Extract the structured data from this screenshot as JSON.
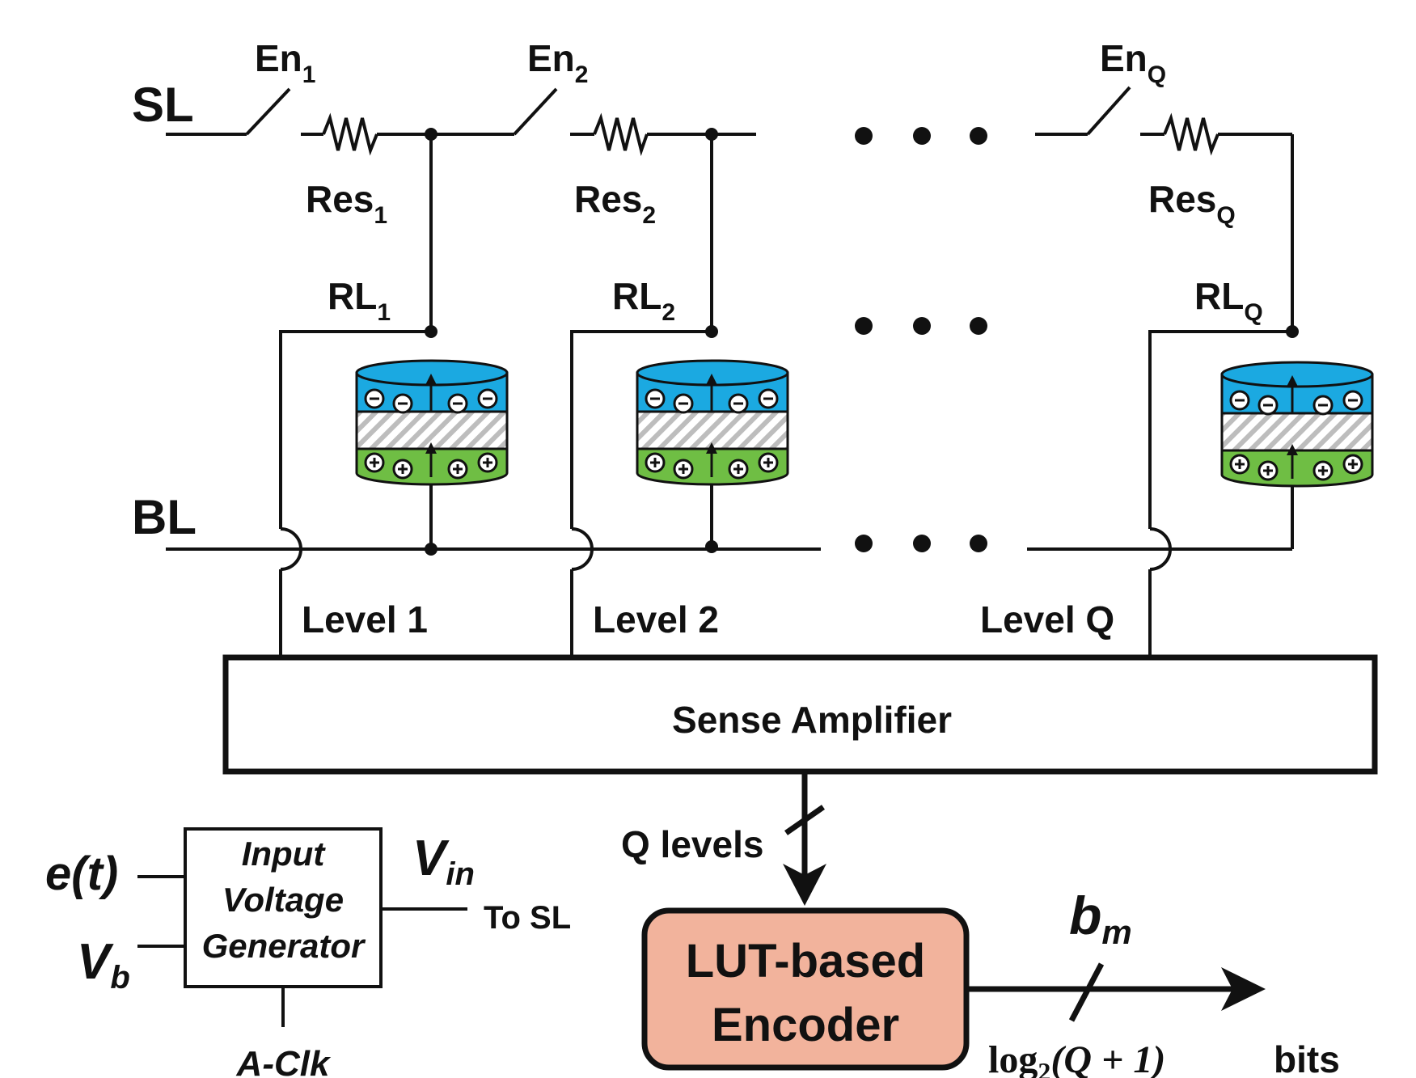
{
  "lines": {
    "sl": "SL",
    "bl": "BL"
  },
  "cells": [
    {
      "en": "En",
      "en_sub": "1",
      "res": "Res",
      "res_sub": "1",
      "rl": "RL",
      "rl_sub": "1",
      "level": "Level 1"
    },
    {
      "en": "En",
      "en_sub": "2",
      "res": "Res",
      "res_sub": "2",
      "rl": "RL",
      "rl_sub": "2",
      "level": "Level 2"
    },
    {
      "en": "En",
      "en_sub": "Q",
      "res": "Res",
      "res_sub": "Q",
      "rl": "RL",
      "rl_sub": "Q",
      "level": "Level Q"
    }
  ],
  "charges": {
    "negative": "−",
    "positive": "+"
  },
  "sense_amp": "Sense Amplifier",
  "bus": {
    "q_levels": "Q levels"
  },
  "encoder": {
    "line1": "LUT-based",
    "line2": "Encoder"
  },
  "output": {
    "b": "b",
    "b_sub": "m",
    "log_main": "log",
    "log_sub": "2",
    "log_arg": "(Q + 1)",
    "bits": "bits"
  },
  "generator": {
    "line1": "Input",
    "line2": "Voltage",
    "line3": "Generator",
    "e_t": "e(t)",
    "v": "V",
    "v_sub": "b",
    "vin": "V",
    "vin_sub": "in",
    "to_sl": "To SL",
    "clk": "A-Clk"
  },
  "colors": {
    "top_electrode": "#1ba9e1",
    "bottom_electrode": "#6fbe44",
    "encoder_fill": "#f2b39c"
  }
}
